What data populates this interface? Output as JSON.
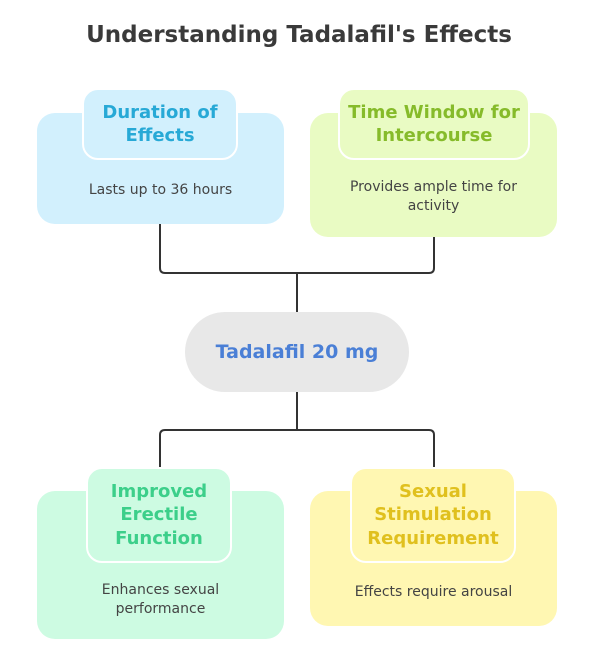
{
  "title": "Understanding Tadalafil's Effects",
  "center": "Tadalafil 20 mg",
  "nodes": {
    "duration": {
      "heading": "Duration of Effects",
      "description": "Lasts up to 36 hours",
      "color": "#27a9d6",
      "bg": "#d2f0fd"
    },
    "time_window": {
      "heading": "Time Window for Intercourse",
      "description": "Provides ample time for activity",
      "color": "#86bb2a",
      "bg": "#e9fbc3"
    },
    "erectile": {
      "heading": "Improved Erectile Function",
      "description": "Enhances sexual performance",
      "color": "#3ccf8a",
      "bg": "#cdfbe2"
    },
    "stimulation": {
      "heading": "Sexual Stimulation Requirement",
      "description": "Effects require arousal",
      "color": "#e0c01e",
      "bg": "#fff7b2"
    }
  }
}
